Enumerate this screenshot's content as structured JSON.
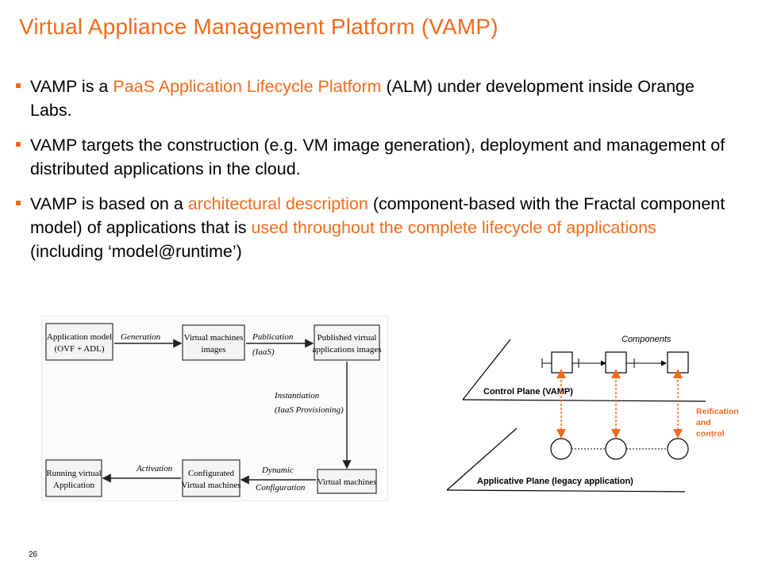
{
  "slide": {
    "title": "Virtual Appliance Management Platform (VAMP)",
    "page_number": "26"
  },
  "bullets": [
    {
      "segments": [
        {
          "text": "VAMP is a ",
          "highlight": false
        },
        {
          "text": "PaaS Application Lifecycle Platform",
          "highlight": true
        },
        {
          "text": " (ALM) under development inside Orange Labs.",
          "highlight": false
        }
      ]
    },
    {
      "segments": [
        {
          "text": "VAMP targets the construction (e.g. VM image generation), deployment and management of distributed applications in the cloud.",
          "highlight": false
        }
      ]
    },
    {
      "segments": [
        {
          "text": "VAMP is based on a ",
          "highlight": false
        },
        {
          "text": "architectural description",
          "highlight": true
        },
        {
          "text": " (component-based with the Fractal component model) of applications that is ",
          "highlight": false
        },
        {
          "text": "used throughout the complete lifecycle of applications",
          "highlight": true
        },
        {
          "text": " (including ‘model@runtime’)",
          "highlight": false
        }
      ]
    }
  ],
  "flow_diagram": {
    "nodes": {
      "app_model": {
        "line1": "Application model",
        "line2": "(OVF + ADL)"
      },
      "vm_images": {
        "line1": "Virtual machines",
        "line2": "images"
      },
      "published": {
        "line1": "Published virtual",
        "line2": "applications images"
      },
      "vms": {
        "line1": "Virtual machines",
        "line2": ""
      },
      "configured": {
        "line1": "Configurated",
        "line2": "Virtual machines"
      },
      "running": {
        "line1": "Running virtual",
        "line2": "Application"
      }
    },
    "edges": {
      "generation": "Generation",
      "publication": "Publication",
      "publication_sub": "(IaaS)",
      "instantiation": "Instantiation",
      "instantiation_sub": "(IaaS Provisioning)",
      "dynamic": "Dynamic",
      "configuration": "Configuration",
      "activation": "Activation"
    }
  },
  "arch_diagram": {
    "components_label": "Components",
    "control_plane": "Control Plane (VAMP)",
    "applicative_plane": "Applicative Plane (legacy application)",
    "reification": [
      "Reification",
      "and",
      "control"
    ],
    "colors": {
      "accent": "#f26b1d"
    }
  },
  "colors": {
    "accent": "#f26b1d",
    "text": "#000000"
  }
}
